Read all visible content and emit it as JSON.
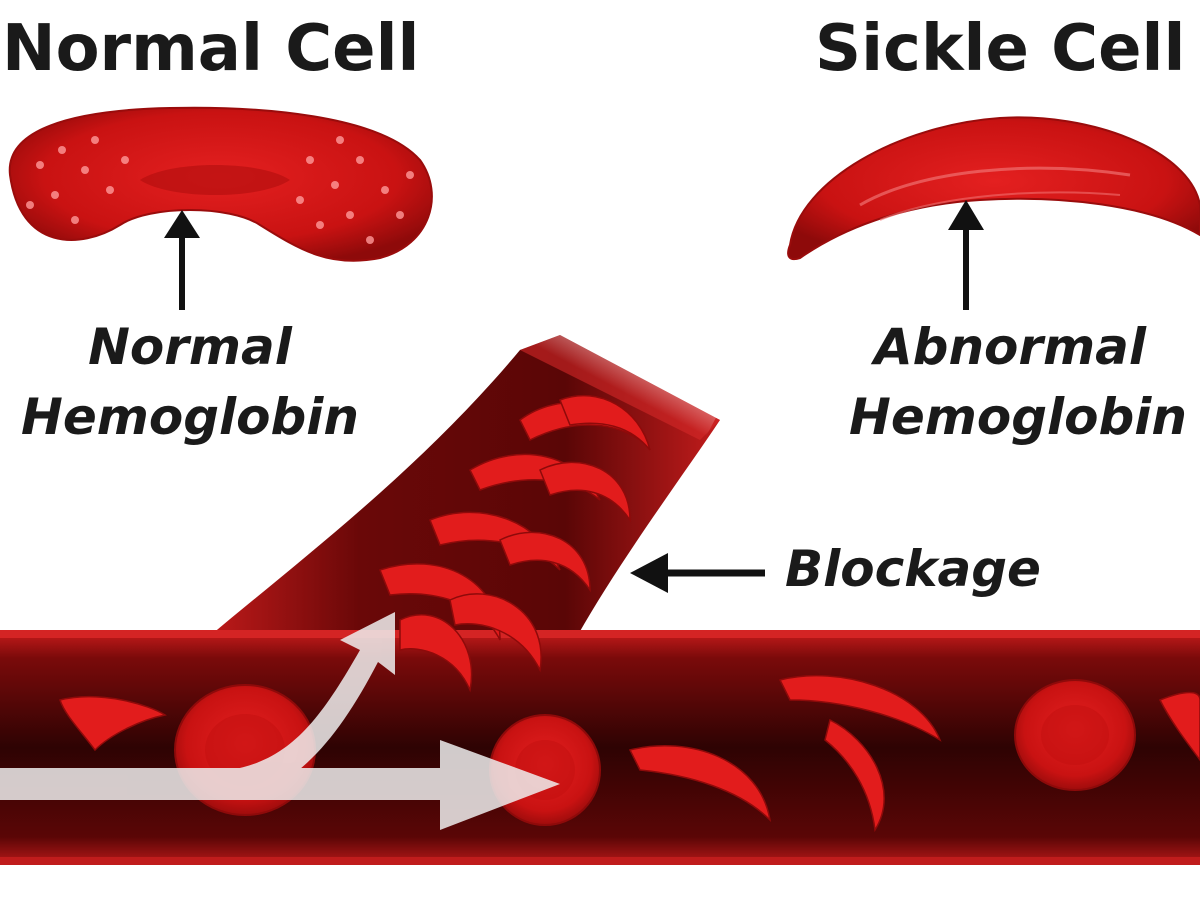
{
  "diagram": {
    "normal_title": "Normal Cell",
    "sickle_title": "Sickle Cell",
    "normal_caption_line1": "Normal",
    "normal_caption_line2": "Hemoglobin",
    "sickle_caption_line1": "Abnormal",
    "sickle_caption_line2": "Hemoglobin",
    "blockage_label": "Blockage"
  },
  "colors": {
    "cell_red": "#d81414",
    "cell_dark": "#a50d0d",
    "vessel_dark": "#3a0404",
    "vessel_wall": "#c21a1a",
    "flow_arrow": "#e8e8e8",
    "text": "#1a1a1a"
  }
}
